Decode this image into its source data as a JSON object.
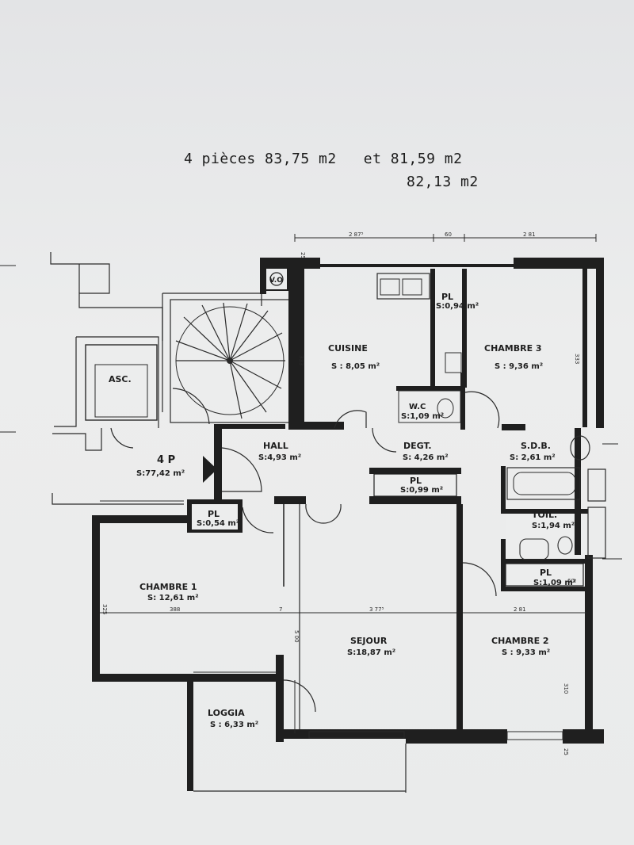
{
  "header": {
    "line1": "4 pièces 83,75 m2   et 81,59 m2",
    "line2": "82,13 m2"
  },
  "dimensions": {
    "top_left": "2 87⁵",
    "top_mid": "60",
    "top_right": "2 81",
    "left_top": "25",
    "cuisine_side": "333",
    "ch3_side": "333",
    "ch1_left": "325",
    "ch1_width": "388",
    "wall_7": "7",
    "sejour_width": "3 77⁵",
    "sejour_height": "5 00",
    "ch2_width": "2 81",
    "ch2_height": "310",
    "bottom_right": "25",
    "pl_small": "60"
  },
  "rooms": {
    "vo": "V.O",
    "asc": "ASC.",
    "cuisine": {
      "name": "CUISINE",
      "area": "S : 8,05 m²"
    },
    "pl1": {
      "name": "PL",
      "area": "S:0,94 m²"
    },
    "chambre3": {
      "name": "CHAMBRE 3",
      "area": "S : 9,36 m²"
    },
    "wc": {
      "name": "W.C",
      "area": "S:1,09 m²"
    },
    "hall": {
      "name": "HALL",
      "area": "S:4,93 m²"
    },
    "degt": {
      "name": "DEGT.",
      "area": "S: 4,26 m²"
    },
    "sdb": {
      "name": "S.D.B.",
      "area": "S: 2,61 m²"
    },
    "apt": {
      "name": "4 P",
      "area": "S:77,42 m²"
    },
    "pl2": {
      "name": "PL",
      "area": "S:0,99 m²"
    },
    "pl3": {
      "name": "PL",
      "area": "S:0,54 m²"
    },
    "toil": {
      "name": "TOIL.",
      "area": "S:1,94 m²"
    },
    "pl4": {
      "name": "PL",
      "area": "S:1,09 m²"
    },
    "chambre1": {
      "name": "CHAMBRE 1",
      "area": "S: 12,61 m²"
    },
    "sejour": {
      "name": "SEJOUR",
      "area": "S:18,87 m²"
    },
    "chambre2": {
      "name": "CHAMBRE 2",
      "area": "S : 9,33 m²"
    },
    "loggia": {
      "name": "LOGGIA",
      "area": "S : 6,33 m²"
    }
  }
}
